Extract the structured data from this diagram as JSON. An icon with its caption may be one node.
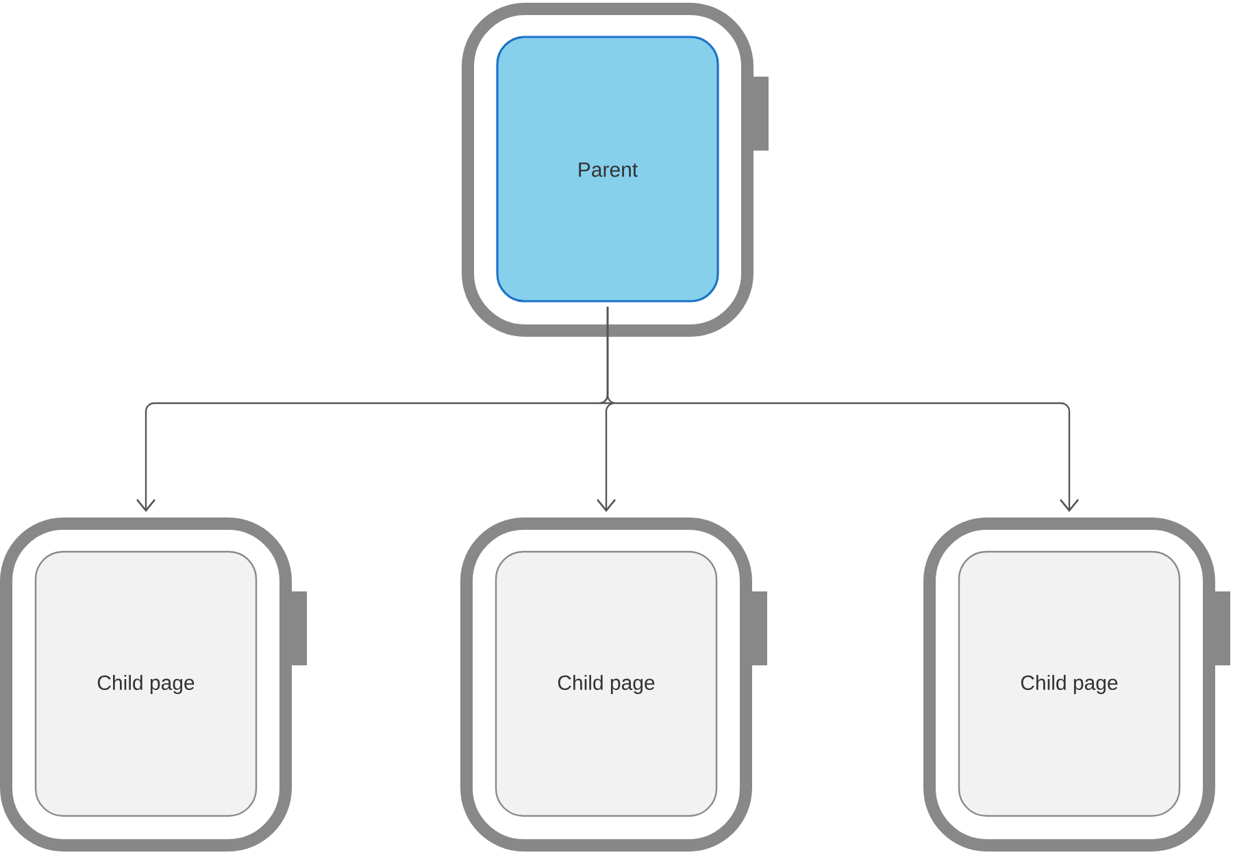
{
  "diagram": {
    "nodes": [
      {
        "text": [
          "Parent"
        ]
      },
      {
        "text": [
          "Child page"
        ]
      },
      {
        "text": [
          "Child page"
        ]
      },
      {
        "text": [
          "Child page"
        ]
      }
    ],
    "edges": [
      {
        "from": 0,
        "to": 1,
        "arrow": "to"
      },
      {
        "from": 0,
        "to": 2,
        "arrow": "to"
      },
      {
        "from": 0,
        "to": 3,
        "arrow": "to"
      }
    ]
  }
}
